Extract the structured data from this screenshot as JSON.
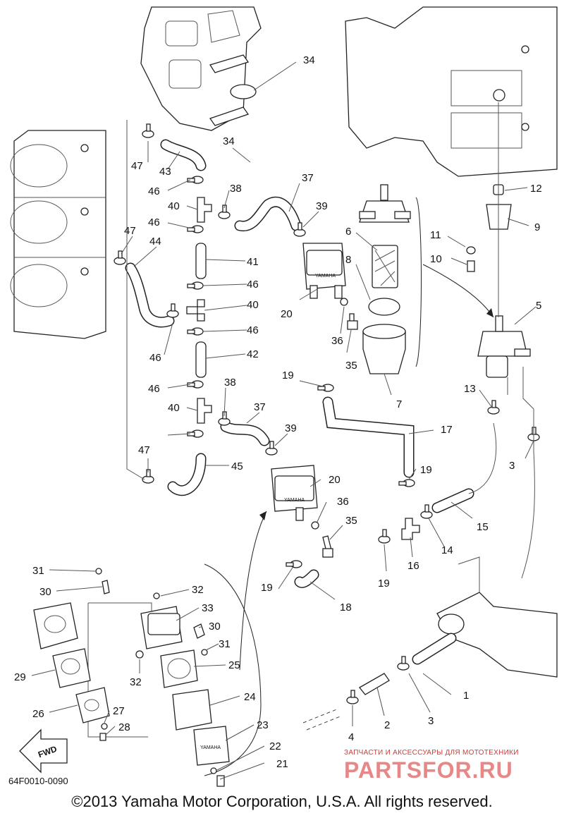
{
  "diagram": {
    "callouts": [
      "1",
      "2",
      "3",
      "3",
      "4",
      "5",
      "6",
      "7",
      "8",
      "9",
      "10",
      "11",
      "12",
      "13",
      "14",
      "15",
      "16",
      "17",
      "18",
      "19",
      "19",
      "19",
      "19",
      "20",
      "20",
      "21",
      "22",
      "23",
      "24",
      "25",
      "26",
      "27",
      "28",
      "29",
      "30",
      "30",
      "31",
      "31",
      "32",
      "32",
      "33",
      "34",
      "34",
      "35",
      "35",
      "36",
      "36",
      "37",
      "37",
      "38",
      "38",
      "39",
      "39",
      "40",
      "40",
      "40",
      "41",
      "42",
      "43",
      "44",
      "45",
      "46",
      "46",
      "46",
      "46",
      "46",
      "46",
      "47",
      "47",
      "47"
    ],
    "fwd_label": "FWD",
    "pump_label": "YAMAHA",
    "diagram_code": "64F0010-0090",
    "copyright": "©2013 Yamaha Motor Corporation, U.S.A. All rights reserved.",
    "watermark": {
      "tagline": "ЗАПЧАСТИ И АКСЕССУАРЫ ДЛЯ МОТОТЕХНИКИ",
      "brand": "PARTSFOR.RU"
    }
  }
}
